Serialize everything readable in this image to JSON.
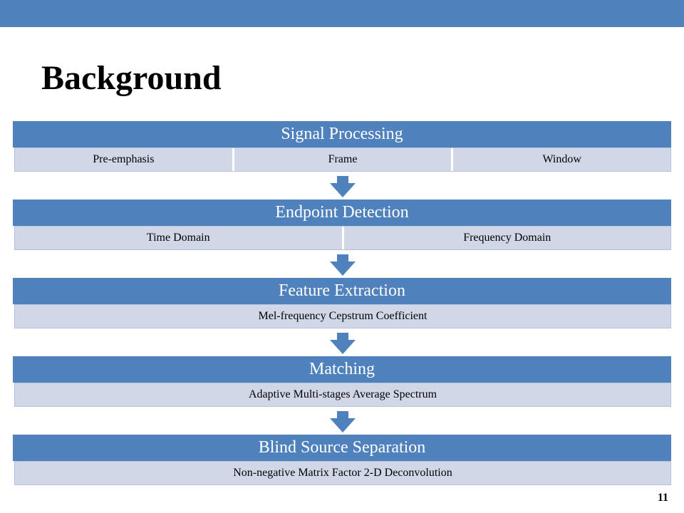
{
  "slide": {
    "title": "Background",
    "page_number": "11",
    "accent_color": "#4f81bd",
    "subcell_color": "#d0d8e8"
  },
  "stages": [
    {
      "title": "Signal Processing",
      "items": [
        "Pre-emphasis",
        "Frame",
        "Window"
      ]
    },
    {
      "title": "Endpoint Detection",
      "items": [
        "Time Domain",
        "Frequency Domain"
      ]
    },
    {
      "title": "Feature Extraction",
      "items": [
        "Mel-frequency Cepstrum Coefficient"
      ]
    },
    {
      "title": "Matching",
      "items": [
        "Adaptive Multi-stages Average Spectrum"
      ]
    },
    {
      "title": "Blind Source Separation",
      "items": [
        "Non-negative Matrix Factor 2-D Deconvolution"
      ]
    }
  ]
}
